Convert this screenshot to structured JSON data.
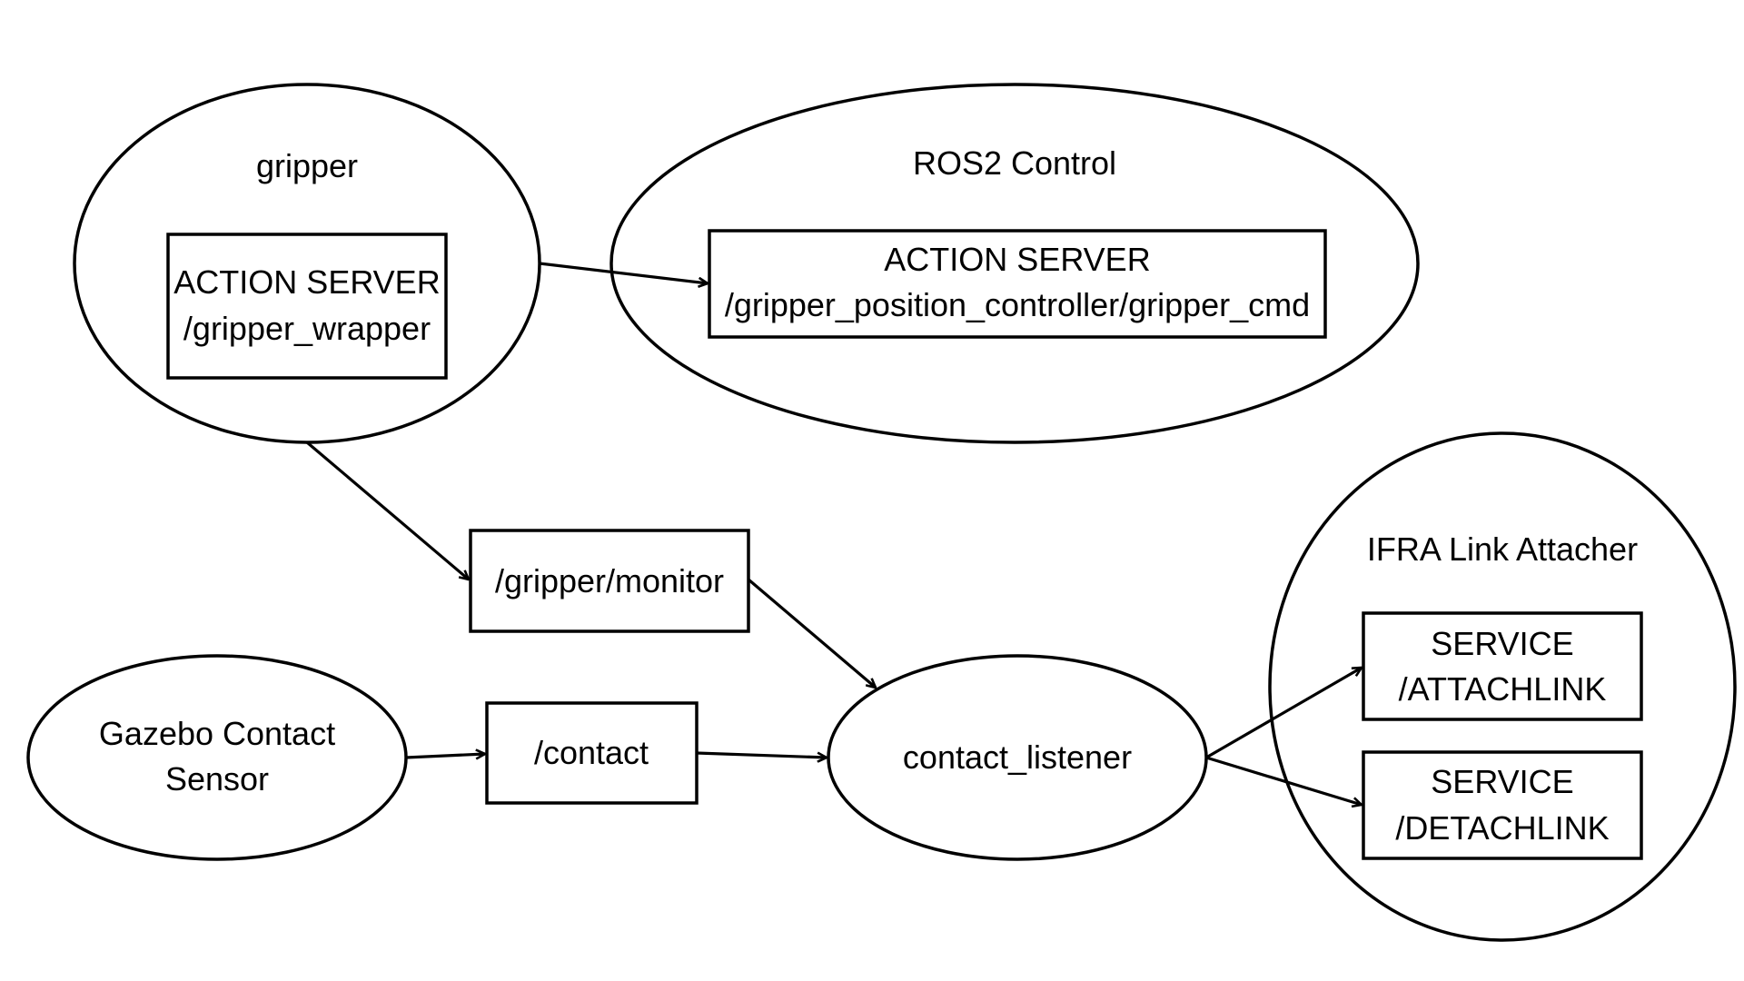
{
  "diagram": {
    "groups": {
      "gripper": {
        "label": "gripper"
      },
      "ros2_control": {
        "label": "ROS2 Control"
      },
      "ifra": {
        "label": "IFRA Link Attacher"
      }
    },
    "nodes": {
      "gazebo": {
        "line1": "Gazebo Contact",
        "line2": "Sensor"
      },
      "contact_listener": {
        "label": "contact_listener"
      }
    },
    "boxes": {
      "action_server_wrapper": {
        "line1": "ACTION SERVER",
        "line2": "/gripper_wrapper"
      },
      "action_server_cmd": {
        "line1": "ACTION SERVER",
        "line2": "/gripper_position_controller/gripper_cmd"
      },
      "gripper_monitor": {
        "label": "/gripper/monitor"
      },
      "contact_topic": {
        "label": "/contact"
      },
      "service_attach": {
        "line1": "SERVICE",
        "line2": "/ATTACHLINK"
      },
      "service_detach": {
        "line1": "SERVICE",
        "line2": "/DETACHLINK"
      }
    },
    "edges": [
      {
        "from": "gripper",
        "to": "action_server_cmd"
      },
      {
        "from": "gripper",
        "to": "gripper_monitor"
      },
      {
        "from": "gripper_monitor",
        "to": "contact_listener"
      },
      {
        "from": "gazebo",
        "to": "contact_topic"
      },
      {
        "from": "contact_topic",
        "to": "contact_listener"
      },
      {
        "from": "contact_listener",
        "to": "service_attach"
      },
      {
        "from": "contact_listener",
        "to": "service_detach"
      }
    ],
    "colors": {
      "stroke": "#000000",
      "background": "#ffffff"
    }
  }
}
